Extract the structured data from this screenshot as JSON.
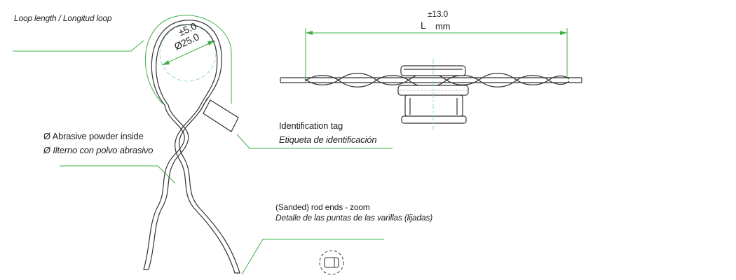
{
  "labels": {
    "loop_length": "Loop length / Longitud loop",
    "loop_tol": "±5.0",
    "loop_dia": "Ø25.0",
    "abrasive_en": "Ø Abrasive powder inside",
    "abrasive_es": "Ø Ilterno con polvo abrasivo",
    "tag_en": "Identification tag",
    "tag_es": "Etiqueta de identificación",
    "length_tol": "±13.0",
    "length_l": "L",
    "length_unit": "mm",
    "rod_en": "(Sanded) rod ends - zoom",
    "rod_es": "Detalle de las puntas de las varillas (lijadas)"
  },
  "colors": {
    "dimension": "#3cb043",
    "drawing": "#333333",
    "centerline": "#7fcbd6"
  }
}
